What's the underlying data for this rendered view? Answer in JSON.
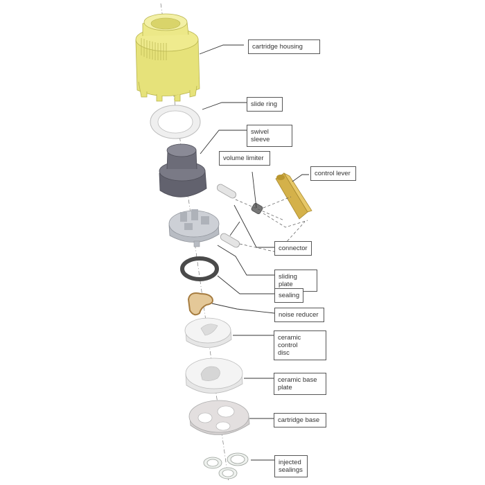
{
  "diagram": {
    "type": "exploded-view",
    "subject": "single-lever faucet cartridge",
    "colors": {
      "housing": "#e6e27a",
      "slide_ring": "#eeeeee",
      "swivel_sleeve": "#6e6e78",
      "control_lever": "#d8b64a",
      "sliding_plate": "#c9ccd2",
      "sealing": "#4a4a4a",
      "noise_reducer": "#c9a06a",
      "ceramic": "#f2f2f2",
      "cartridge_base": "#dedada",
      "injected_sealings": "#e8ece8",
      "leader_line": "#333333",
      "label_border": "#555555"
    },
    "labels": [
      {
        "id": "cartridge-housing",
        "text": "cartridge housing"
      },
      {
        "id": "slide-ring",
        "text": "slide ring"
      },
      {
        "id": "swivel-sleeve",
        "text": "swivel sleeve"
      },
      {
        "id": "volume-limiter",
        "text": "volume limiter"
      },
      {
        "id": "control-lever",
        "text": "control lever"
      },
      {
        "id": "connector",
        "text": "connector"
      },
      {
        "id": "sliding-plate",
        "text": "sliding plate"
      },
      {
        "id": "sealing",
        "text": "sealing"
      },
      {
        "id": "noise-reducer",
        "text": "noise reducer"
      },
      {
        "id": "ceramic-control-disc",
        "text": "ceramic control\ndisc"
      },
      {
        "id": "ceramic-base-plate",
        "text": "ceramic base\nplate"
      },
      {
        "id": "cartridge-base",
        "text": "cartridge base"
      },
      {
        "id": "injected-sealings",
        "text": "injected\nsealings"
      }
    ]
  }
}
